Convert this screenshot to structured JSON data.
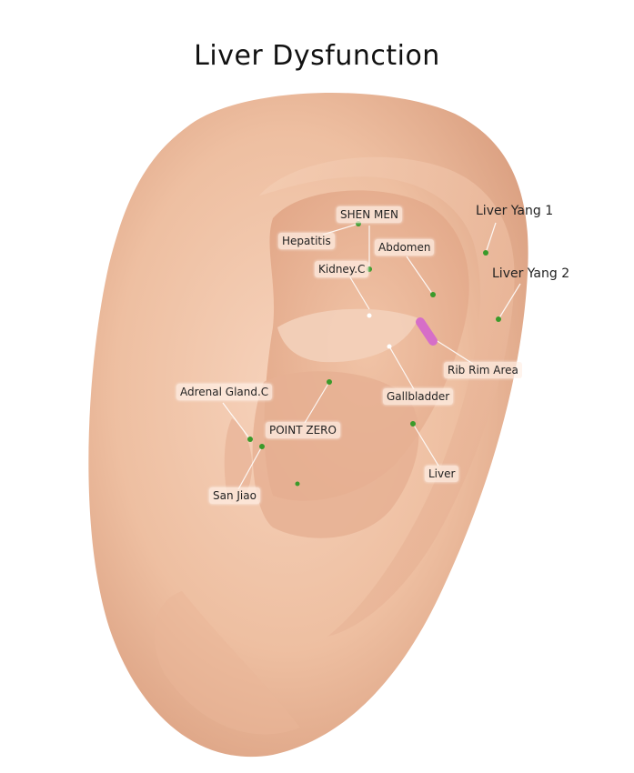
{
  "title": "Liver Dysfunction",
  "colors": {
    "point": "#3a9a2a",
    "rib_rim": "#d66ec8",
    "skin": "#f1c6a8"
  },
  "labels": {
    "shen_men": "SHEN MEN",
    "hepatitis": "Hepatitis",
    "abdomen": "Abdomen",
    "kidney_c": "Kidney.C",
    "liver_yang_1": "Liver Yang 1",
    "liver_yang_2": "Liver Yang 2",
    "rib_rim_area": "Rib Rim Area",
    "gallbladder": "Gallbladder",
    "adrenal_gland_c": "Adrenal Gland.C",
    "point_zero": "POINT ZERO",
    "liver": "Liver",
    "san_jiao": "San Jiao"
  }
}
